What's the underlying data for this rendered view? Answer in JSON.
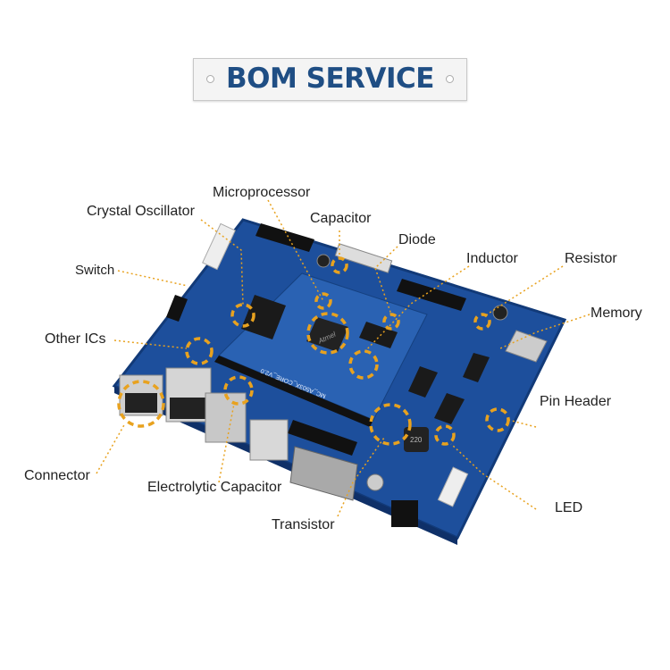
{
  "banner": {
    "title": "BOM SERVICE"
  },
  "labels": {
    "microprocessor": "Microprocessor",
    "crystal_oscillator": "Crystal Oscillator",
    "capacitor": "Capacitor",
    "diode": "Diode",
    "switch": "Switch",
    "inductor": "Inductor",
    "resistor": "Resistor",
    "memory": "Memory",
    "other_ics": "Other ICs",
    "pin_header": "Pin Header",
    "connector": "Connector",
    "electrolytic_capacitor": "Electrolytic Capacitor",
    "led": "LED",
    "transistor": "Transistor"
  },
  "board": {
    "silkscreen": "MC_A503X_CORE_V2.0",
    "chip_marking": "Atmel",
    "inductor_marking": "220"
  },
  "colors": {
    "title": "#1f4e84",
    "board": "#1d4f9c",
    "highlight": "#e8a21f"
  }
}
